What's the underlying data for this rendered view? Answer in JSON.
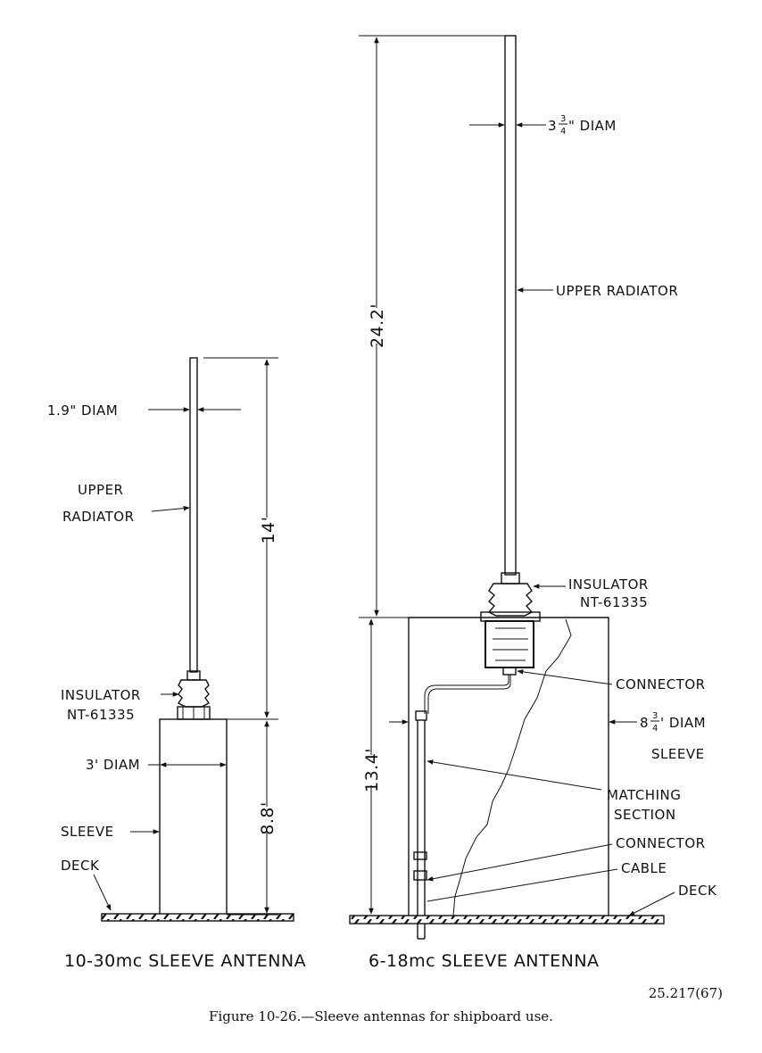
{
  "left_antenna": {
    "diam_label": "1.9\" DIAM",
    "radiator_label_1": "UPPER",
    "radiator_label_2": "RADIATOR",
    "height_upper": "14'",
    "insulator_label_1": "INSULATOR",
    "insulator_label_2": "NT-61335",
    "sleeve_diam_label": "3' DIAM",
    "sleeve_label": "SLEEVE",
    "height_sleeve": "8.8'",
    "deck_label": "DECK",
    "title": "10-30mc SLEEVE ANTENNA"
  },
  "right_antenna": {
    "diam_whole": "3",
    "diam_num": "3",
    "diam_den": "4",
    "diam_suffix": "\" DIAM",
    "radiator_label": "UPPER RADIATOR",
    "height_upper": "24.2'",
    "insulator_label_1": "INSULATOR",
    "insulator_label_2": "NT-61335",
    "connector_label": "CONNECTOR",
    "sleeve_diam_whole": "8",
    "sleeve_diam_num": "3",
    "sleeve_diam_den": "4",
    "sleeve_diam_suffix": "' DIAM",
    "sleeve_label": "SLEEVE",
    "height_sleeve": "13.4'",
    "matching_label_1": "MATCHING",
    "matching_label_2": "SECTION",
    "connector2_label": "CONNECTOR",
    "cable_label": "CABLE",
    "deck_label": "DECK",
    "title": "6-18mc SLEEVE ANTENNA"
  },
  "figure_number": "25.217(67)",
  "caption": "Figure 10-26.—Sleeve antennas for shipboard use."
}
